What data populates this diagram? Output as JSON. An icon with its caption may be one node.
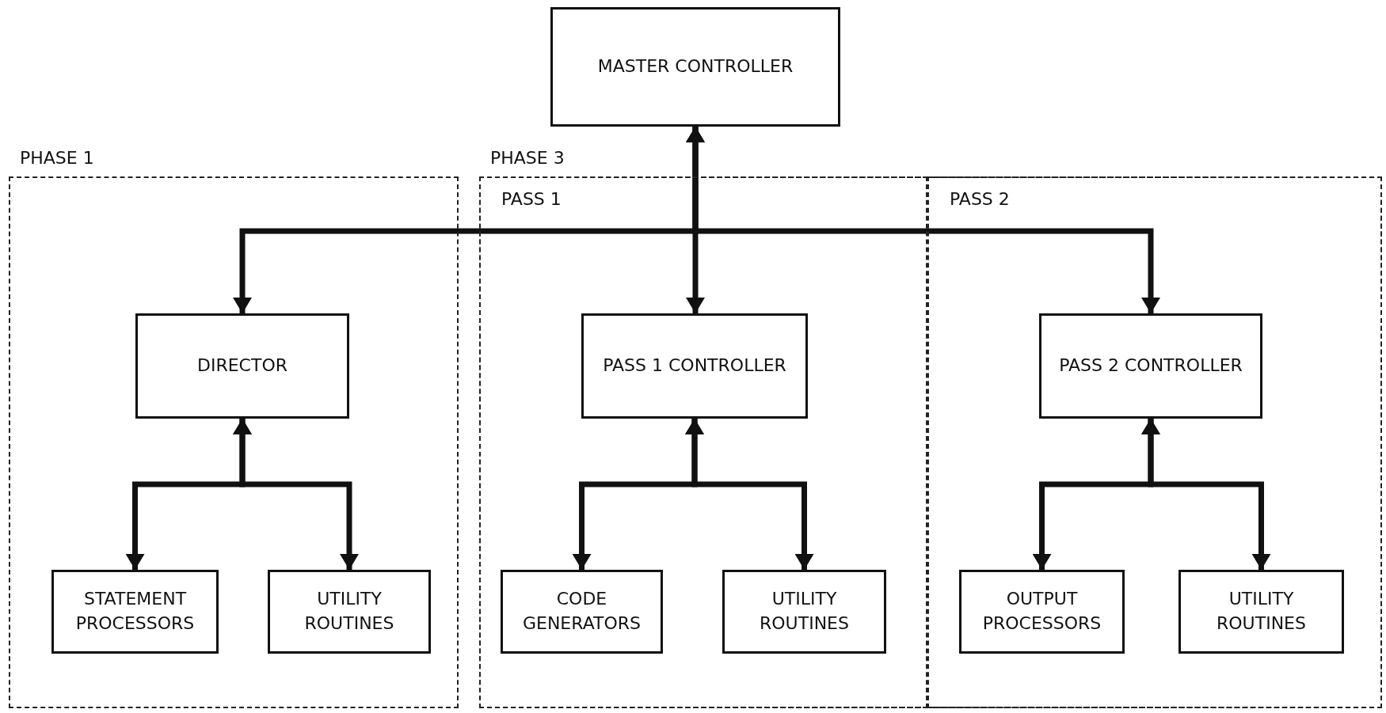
{
  "diagram": {
    "nodes": [
      {
        "text": [
          "MASTER CONTROLLER"
        ]
      },
      {
        "text": [
          "PHASE 1"
        ]
      },
      {
        "text": [
          "PHASE 3"
        ]
      },
      {
        "text": [
          "PASS 1"
        ],
        "in": 2
      },
      {
        "text": [
          "PASS 2"
        ],
        "in": 2
      },
      {
        "text": [
          "DIRECTOR"
        ],
        "in": 1
      },
      {
        "text": [
          "STATEMENT PROCESSORS"
        ],
        "in": 1
      },
      {
        "text": [
          "UTILITY ROUTINES"
        ],
        "in": 1
      },
      {
        "text": [
          "PASS 1 CONTROLLER"
        ],
        "in": 3
      },
      {
        "text": [
          "CODE GENERATORS"
        ],
        "in": 3
      },
      {
        "text": [
          "UTILITY ROUTINES"
        ],
        "in": 3
      },
      {
        "text": [
          "PASS 2 CONTROLLER"
        ],
        "in": 4
      },
      {
        "text": [
          "OUTPUT PROCESSORS"
        ],
        "in": 4
      },
      {
        "text": [
          "UTILITY ROUTINES"
        ],
        "in": 4
      }
    ],
    "edges": [
      {
        "from": 0,
        "to": 5,
        "arrow": "both"
      },
      {
        "from": 0,
        "to": 8,
        "arrow": "both"
      },
      {
        "from": 0,
        "to": 11,
        "arrow": "both"
      },
      {
        "from": 5,
        "to": 6,
        "arrow": "both"
      },
      {
        "from": 5,
        "to": 7,
        "arrow": "both"
      },
      {
        "from": 8,
        "to": 9,
        "arrow": "both"
      },
      {
        "from": 8,
        "to": 10,
        "arrow": "both"
      },
      {
        "from": 11,
        "to": 12,
        "arrow": "both"
      },
      {
        "from": 11,
        "to": 13,
        "arrow": "both"
      }
    ]
  }
}
